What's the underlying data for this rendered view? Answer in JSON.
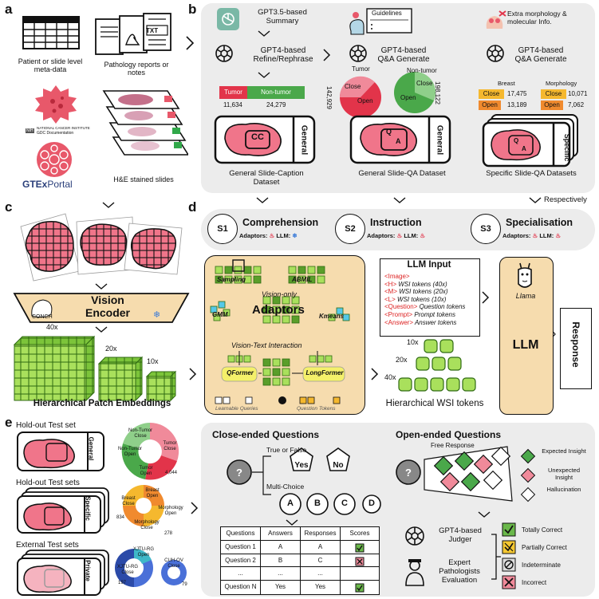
{
  "letters": {
    "a": "a",
    "b": "b",
    "c": "c",
    "d": "d",
    "e": "e"
  },
  "a": {
    "meta_label": "Patient or slide level meta-data",
    "reports_label": "Pathology reports or notes",
    "txt": "TXT",
    "nci_line1": "NATIONAL CANCER INSTITUTE",
    "nci_line2": "GDC Documentation",
    "nih": "NIH",
    "gtex": "GTEx",
    "portal": "Portal",
    "he_label": "H&E stained slides"
  },
  "b": {
    "summary": "GPT3.5-based Summary",
    "refine": "GPT4-based Refine/Rephrase",
    "guidelines": "Guidelines",
    "qa_gen1": "GPT4-based Q&A Generate",
    "extra": "Extra morphology & molecular Info.",
    "qa_gen2": "GPT4-based Q&A Generate",
    "tumor_bar": {
      "tumor_label": "Tumor",
      "nontumor_label": "Non-tumor",
      "tumor_count": "11,634",
      "nontumor_count": "24,279"
    },
    "pie1": {
      "title": "Tumor",
      "close": "Close",
      "open": "Open",
      "count": "142,929"
    },
    "pie2": {
      "title": "Non-tumor",
      "close": "Close",
      "open": "Open",
      "count": "198,122"
    },
    "breast": {
      "title": "Breast",
      "close": "Close",
      "open": "Open",
      "close_val": "17,475",
      "open_val": "13,189"
    },
    "morph": {
      "title": "Morphology",
      "close": "Close",
      "open": "Open",
      "close_val": "10,071",
      "open_val": "7,062"
    },
    "cc": "CC",
    "general1": "General",
    "general2": "General",
    "specific": "Specific",
    "q": "Q",
    "a": "A",
    "ds1": "General Slide-Caption Dataset",
    "ds2": "General Slide-QA Dataset",
    "ds3": "Specific Slide-QA Datasets",
    "respectively": "Respectively"
  },
  "c": {
    "conch": "CONCH",
    "vision": "Vision",
    "encoder": "Encoder",
    "mag40": "40x",
    "mag20": "20x",
    "mag10": "10x",
    "hpe": "Hierarchical Patch Embeddings"
  },
  "d": {
    "stages": [
      {
        "id": "S1",
        "name": "Comprehension",
        "adaptors": "Adaptors:",
        "llm": "LLM:"
      },
      {
        "id": "S2",
        "name": "Instruction",
        "adaptors": "Adaptors:",
        "llm": "LLM:"
      },
      {
        "id": "S3",
        "name": "Specialisation",
        "adaptors": "Adaptors:",
        "llm": "LLM:"
      }
    ],
    "sampling": "Sampling",
    "abmil": "ABMIL",
    "vision_only": "Vision-only",
    "gmm": "GMM",
    "adaptors": "Adaptors",
    "kmeans": "Kmeans",
    "vti": "Vision-Text Interaction",
    "qformer": "QFormer",
    "longformer": "LongFormer",
    "lq": "Learnable Queries",
    "qt": "Question Tokens",
    "llm_input": "LLM Input",
    "tok": [
      {
        "tag": "<Image>",
        "text": ""
      },
      {
        "tag": "<H>",
        "text": " WSI tokens (40x)"
      },
      {
        "tag": "<M>",
        "text": " WSI tokens (20x)"
      },
      {
        "tag": "<L>",
        "text": " WSI tokens (10x)"
      },
      {
        "tag": "<Question>",
        "text": " Question tokens"
      },
      {
        "tag": "<Prompt>",
        "text": " Prompt tokens"
      },
      {
        "tag": "<Answer>",
        "text": " Answer tokens"
      }
    ],
    "mag10": "10x",
    "mag20": "20x",
    "mag40": "40x",
    "hwsi": "Hierarchical WSI tokens",
    "llama": "Llama",
    "llm": "LLM",
    "response": "Response"
  },
  "e": {
    "holdout1": "Hold-out Test set",
    "holdout2": "Hold-out Test sets",
    "external": "External Test sets",
    "general": "General",
    "specific": "Specific",
    "private": "Private",
    "donut1": {
      "ntc": "Non-Tumor Close",
      "tc": "Tumor Close",
      "nto": "Non-Tumor Open",
      "to": "Tumor Open",
      "count": "4,044"
    },
    "donut2": {
      "bo": "Breast Open",
      "bc": "Breast Close",
      "mo": "Morphology Open",
      "mc": "Morphology Close",
      "c1": "834",
      "c2": "278"
    },
    "donut3": {
      "xrg": "XJTU-RG Open",
      "xrgc": "XJTU-RG Close",
      "cuh": "CUH-OV Close",
      "c1": "197",
      "c2": "79"
    },
    "closed": "Close-ended Questions",
    "tf": "True or False",
    "yes": "Yes",
    "no": "No",
    "mc": "Multi-Choice",
    "choices": [
      "A",
      "B",
      "C",
      "D"
    ],
    "table": {
      "headers": [
        "Questions",
        "Answers",
        "Responses",
        "Scores"
      ],
      "rows": [
        [
          "Question 1",
          "A",
          "A",
          "ok"
        ],
        [
          "Question 2",
          "B",
          "C",
          "bad"
        ],
        [
          "...",
          "...",
          "...",
          ""
        ],
        [
          "Question N",
          "Yes",
          "Yes",
          "ok"
        ]
      ]
    },
    "open": "Open-ended Questions",
    "free": "Free Response",
    "legend": [
      "Expected Insight",
      "Unexpected Insight",
      "Hallucination"
    ],
    "judge": "GPT4-based Judger",
    "expert": "Expert Pathologists Evaluation",
    "scores": [
      "Totally Correct",
      "Partially Correct",
      "Indeterminate",
      "Incorrect"
    ],
    "qmark": "?"
  }
}
